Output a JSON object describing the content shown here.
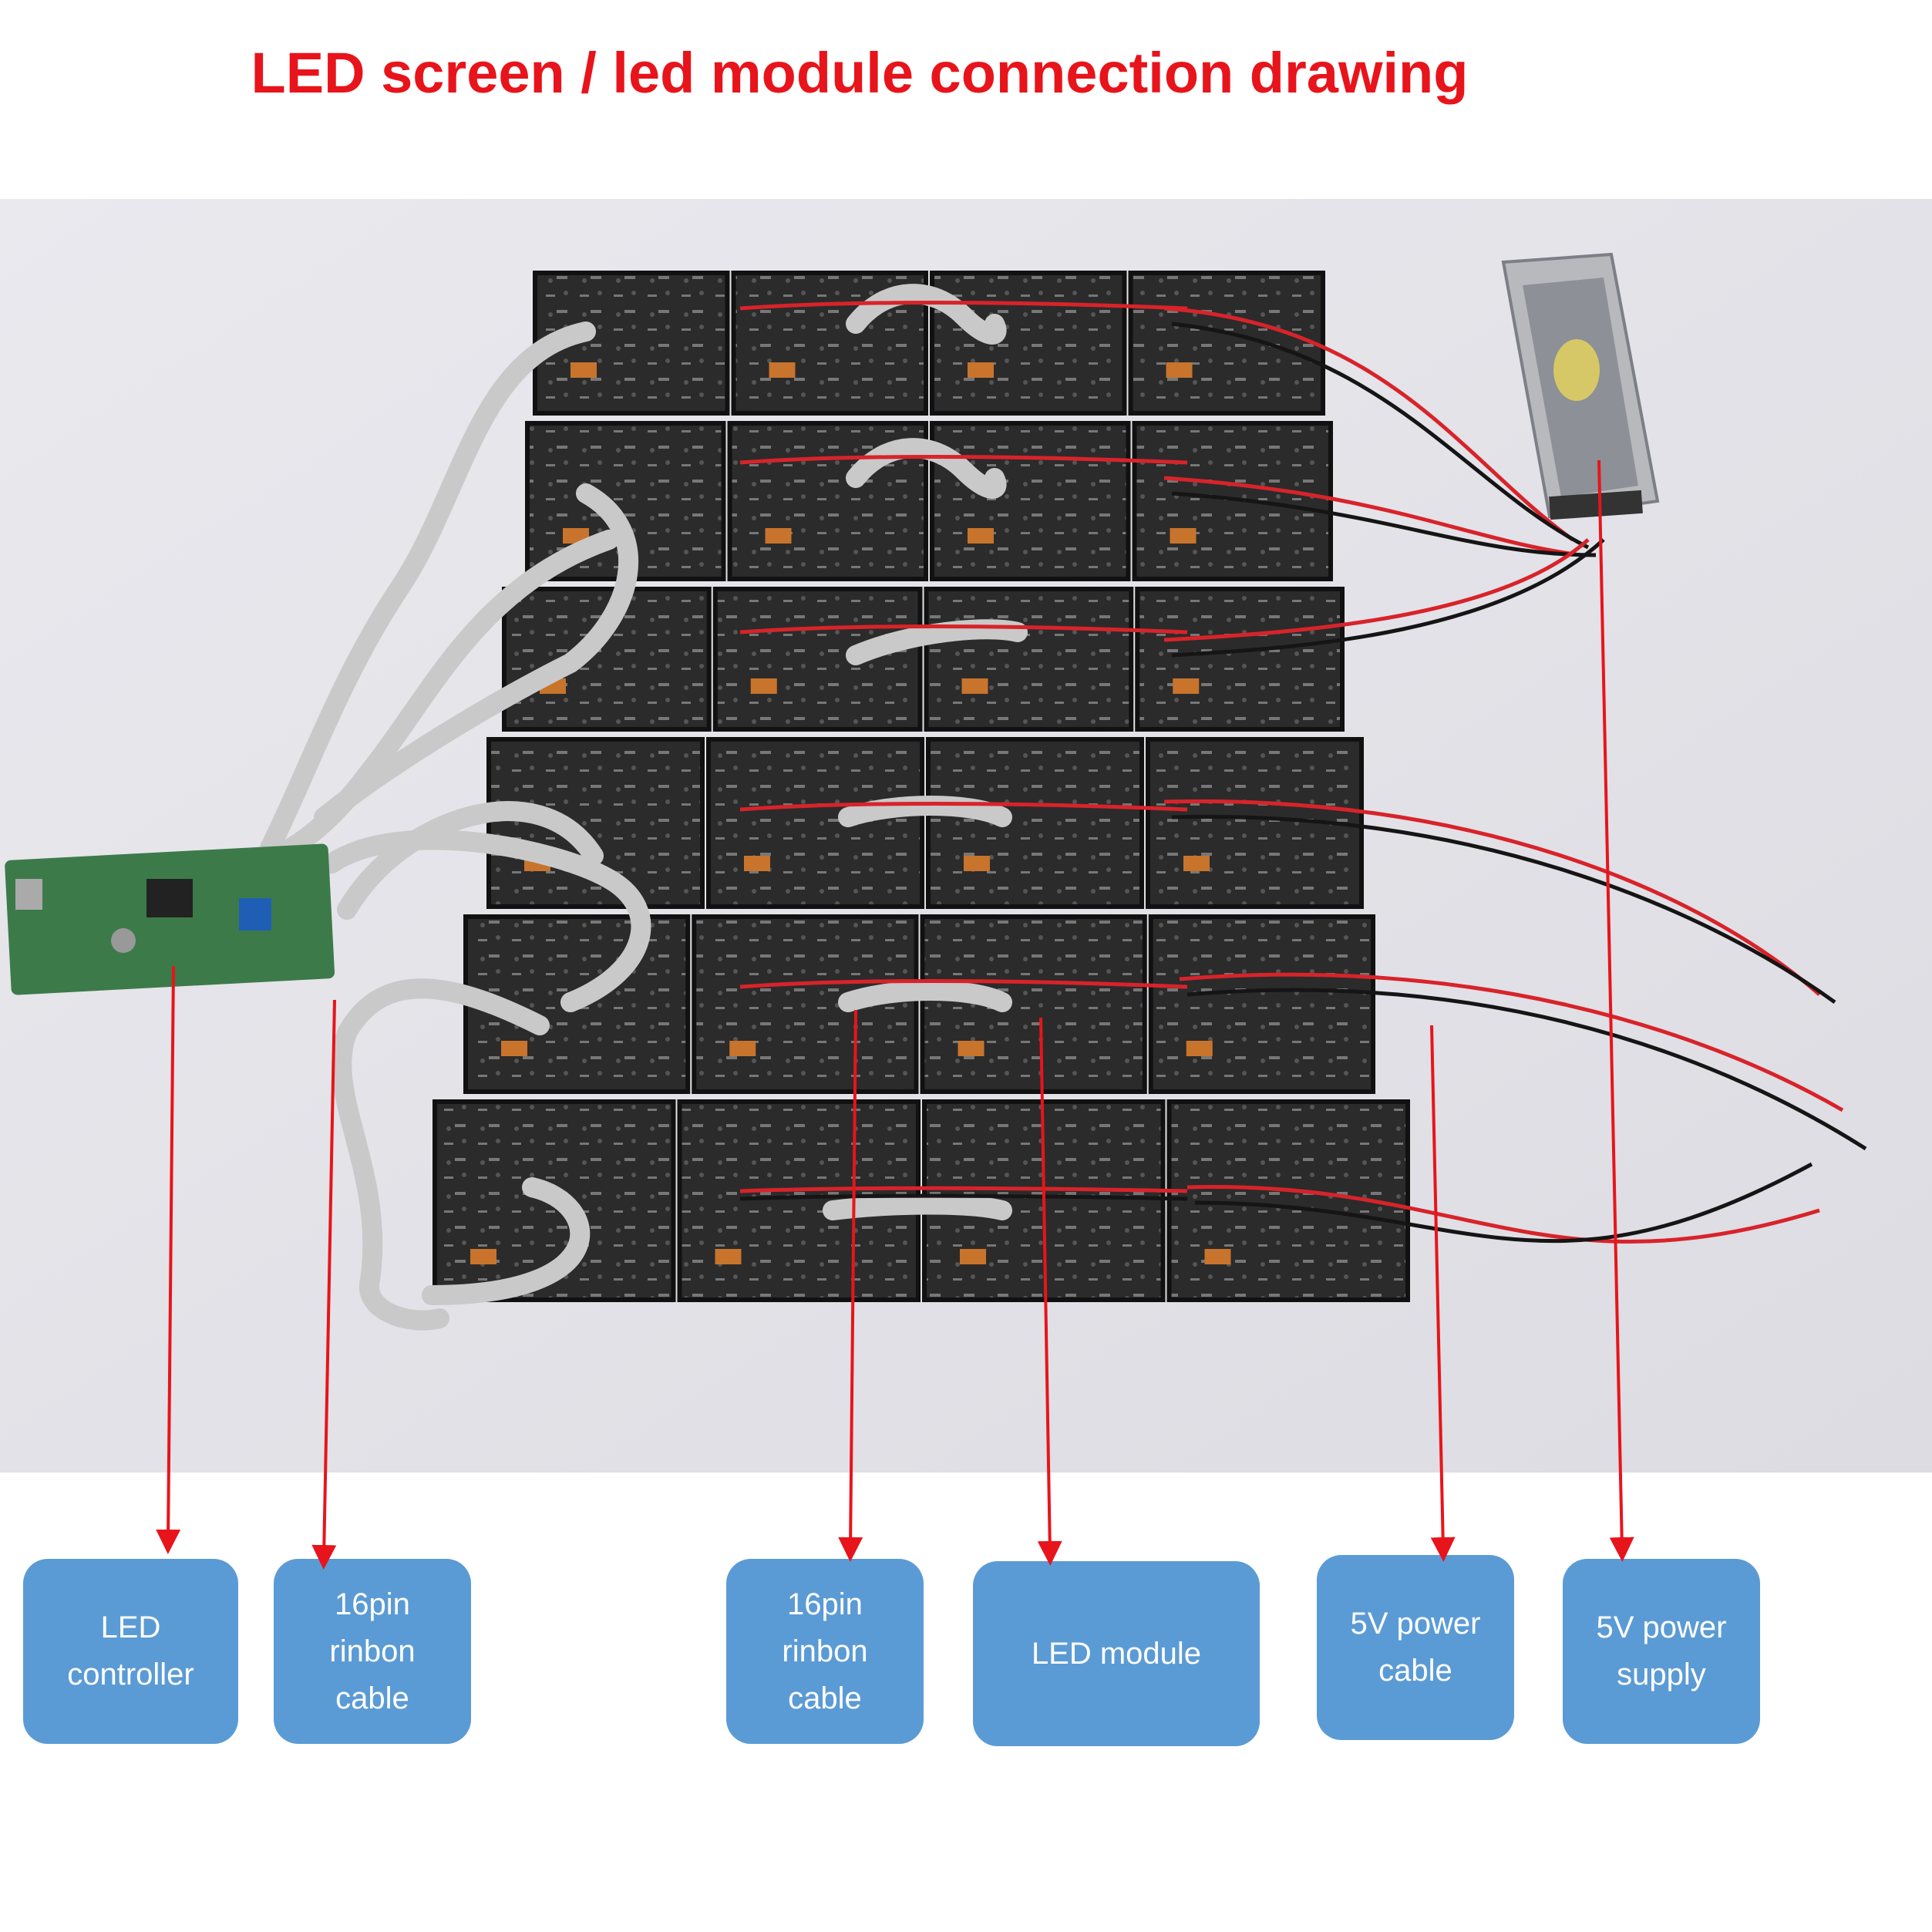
{
  "title": "LED screen / led module connection drawing",
  "colors": {
    "title": "#e8141b",
    "callout_fill": "#5b9bd5",
    "callout_text": "#ffffff",
    "arrow": "#e8141b",
    "module_black": "#1f1f1f",
    "ribbon_grey": "#c9c9c9",
    "wire_red": "#d8232a",
    "wire_black": "#151515",
    "pcb_green": "#3d7a4a"
  },
  "callouts": [
    {
      "id": "led-controller",
      "lines": [
        "LED",
        "controller"
      ]
    },
    {
      "id": "ribbon-cable-left",
      "lines": [
        "16pin",
        "rinbon",
        "cable"
      ]
    },
    {
      "id": "ribbon-cable-center",
      "lines": [
        "16pin",
        "rinbon",
        "cable"
      ]
    },
    {
      "id": "led-module",
      "lines": [
        "LED module"
      ]
    },
    {
      "id": "power-cable",
      "lines": [
        "5V power",
        "cable"
      ]
    },
    {
      "id": "power-supply",
      "lines": [
        "5V power",
        "supply"
      ]
    }
  ]
}
